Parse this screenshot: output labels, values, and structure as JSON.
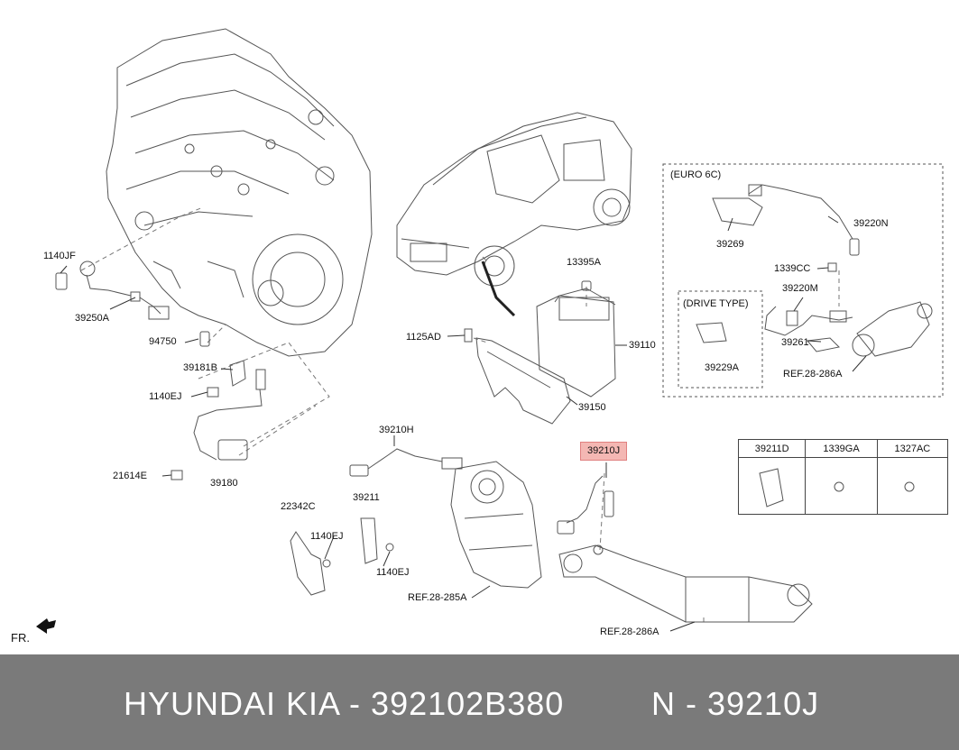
{
  "labels": {
    "p1140jf": "1140JF",
    "p39250a": "39250A",
    "p94750": "94750",
    "p39181b": "39181B",
    "p1140ej_a": "1140EJ",
    "p21614e": "21614E",
    "p39180": "39180",
    "p13395a": "13395A",
    "p1125ad": "1125AD",
    "p39110": "39110",
    "p39150": "39150",
    "p39210h": "39210H",
    "p39210j": "39210J",
    "p22342c": "22342C",
    "p39211": "39211",
    "p1140ej_b": "1140EJ",
    "p1140ej_c": "1140EJ",
    "ref285a": "REF.28-285A",
    "ref286a_main": "REF.28-286A",
    "fr": "FR."
  },
  "euro_box": {
    "title": "(EURO 6C)",
    "p39269": "39269",
    "p39220n": "39220N",
    "p1339cc": "1339CC",
    "p39220m": "39220M",
    "p39261": "39261",
    "ref286a": "REF.28-286A",
    "drive_box": {
      "title": "(DRIVE TYPE)",
      "p39229a": "39229A"
    }
  },
  "parts_table": {
    "headers": [
      "39211D",
      "1339GA",
      "1327AC"
    ]
  },
  "footer": {
    "brand": "HYUNDAI  KIA - 392102B380",
    "ref": "N - 39210J"
  },
  "colors": {
    "footer_bg": "#7a7a7a",
    "highlight_bg": "#f4b7b3",
    "line": "#444444"
  }
}
